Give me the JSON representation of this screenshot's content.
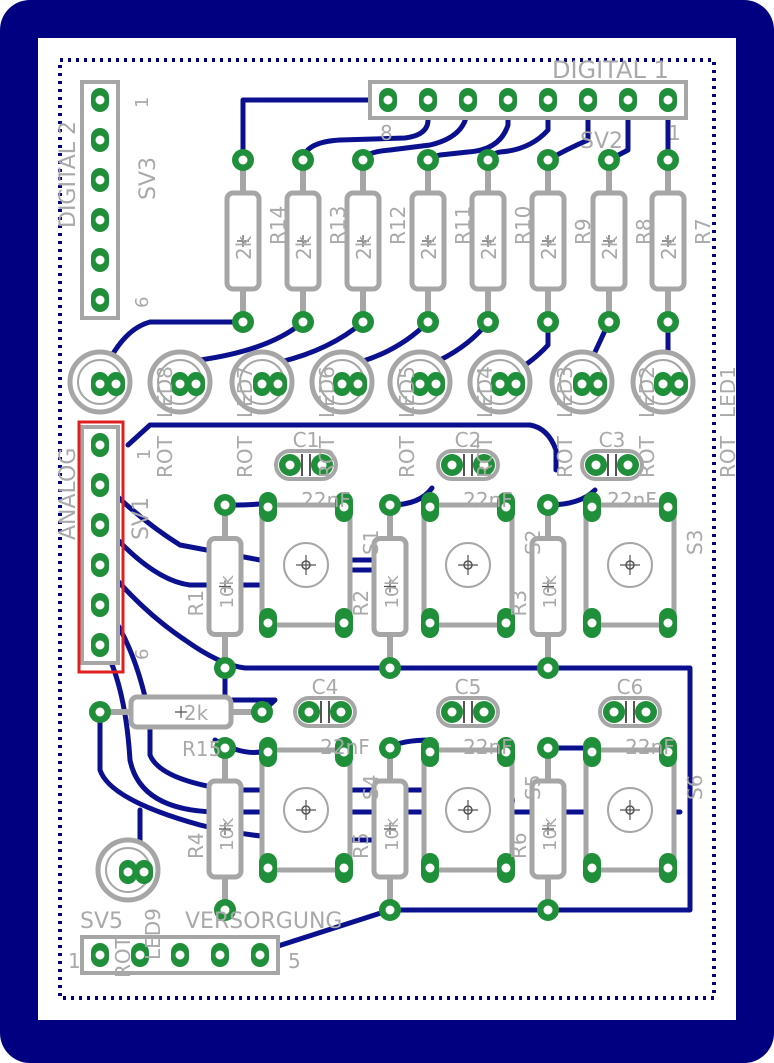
{
  "colors": {
    "board": "#000080",
    "trace": "#0b108f",
    "pad": "#1f8f3a",
    "outline": "#a6a6a6",
    "highlight": "#e02020",
    "paper": "#ffffff"
  },
  "headers": {
    "digital1": {
      "name": "DIGITAL 1",
      "ref": "SV2",
      "pin_start": "8",
      "pin_end": "1"
    },
    "digital2": {
      "name": "DIGITAL 2",
      "ref": "SV3",
      "pin_start": "1",
      "pin_end": "6"
    },
    "analog": {
      "name": "ANALOG",
      "ref": "SV1",
      "pin_start": "1",
      "pin_end": "6"
    },
    "supply": {
      "name": "VERSORGUNG",
      "ref": "SV5",
      "pin_start": "1",
      "pin_end": "5"
    }
  },
  "resistors_top": [
    {
      "ref": "R14",
      "value": "2k"
    },
    {
      "ref": "R13",
      "value": "2k"
    },
    {
      "ref": "R12",
      "value": "2k"
    },
    {
      "ref": "R11",
      "value": "2k"
    },
    {
      "ref": "R10",
      "value": "2k"
    },
    {
      "ref": "R9",
      "value": "2k"
    },
    {
      "ref": "R8",
      "value": "2k"
    },
    {
      "ref": "R7",
      "value": "2k"
    }
  ],
  "leds": [
    {
      "ref": "LED8",
      "color": "ROT"
    },
    {
      "ref": "LED7",
      "color": "ROT"
    },
    {
      "ref": "LED6",
      "color": "ROT"
    },
    {
      "ref": "LED5",
      "color": "ROT"
    },
    {
      "ref": "LED4",
      "color": "ROT"
    },
    {
      "ref": "LED3",
      "color": "ROT"
    },
    {
      "ref": "LED2",
      "color": "ROT"
    },
    {
      "ref": "LED1",
      "color": "ROT"
    }
  ],
  "capacitors": [
    {
      "ref": "C1",
      "value": "22nF"
    },
    {
      "ref": "C2",
      "value": "22nF"
    },
    {
      "ref": "C3",
      "value": "22nF"
    },
    {
      "ref": "C4",
      "value": "22nF"
    },
    {
      "ref": "C5",
      "value": "22nF"
    },
    {
      "ref": "C6",
      "value": "22nF"
    }
  ],
  "switches": [
    "S1",
    "S2",
    "S3",
    "S4",
    "S5",
    "S6"
  ],
  "resistors_switch": [
    {
      "ref": "R1",
      "value": "10k"
    },
    {
      "ref": "R2",
      "value": "10k"
    },
    {
      "ref": "R3",
      "value": "10k"
    },
    {
      "ref": "R4",
      "value": "10k"
    },
    {
      "ref": "R5",
      "value": "10k"
    },
    {
      "ref": "R6",
      "value": "10k"
    }
  ],
  "r15": {
    "ref": "R15",
    "value": "2k"
  },
  "led9": {
    "ref": "LED9",
    "color": "ROT"
  }
}
